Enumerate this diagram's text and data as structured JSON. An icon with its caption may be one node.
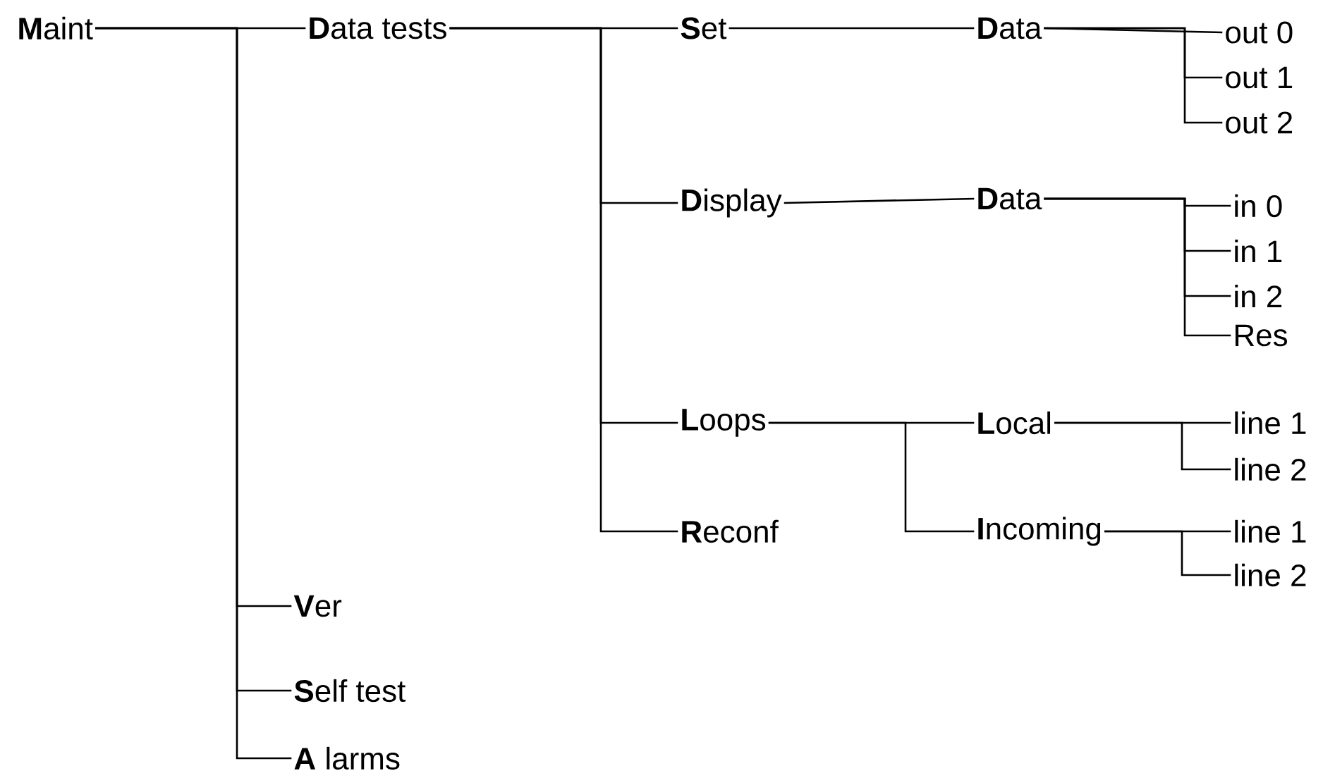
{
  "diagram": {
    "nodes": [
      {
        "text": [
          "**M**aint"
        ]
      },
      {
        "text": [
          "**D**ata tests"
        ]
      },
      {
        "text": [
          "**S**et"
        ]
      },
      {
        "text": [
          "**D**ata"
        ]
      },
      {
        "text": [
          "out 0"
        ]
      },
      {
        "text": [
          "out 1"
        ]
      },
      {
        "text": [
          "out 2"
        ]
      },
      {
        "text": [
          "**D**isplay"
        ]
      },
      {
        "text": [
          "**D**ata"
        ]
      },
      {
        "text": [
          "in 0"
        ]
      },
      {
        "text": [
          "in 1"
        ]
      },
      {
        "text": [
          "in 2"
        ]
      },
      {
        "text": [
          "Res"
        ]
      },
      {
        "text": [
          "**L**oops"
        ]
      },
      {
        "text": [
          "**L**ocal"
        ]
      },
      {
        "text": [
          "line 1"
        ]
      },
      {
        "text": [
          "line 2"
        ]
      },
      {
        "text": [
          "**R**econf"
        ]
      },
      {
        "text": [
          "**I**ncoming"
        ]
      },
      {
        "text": [
          "line 1"
        ]
      },
      {
        "text": [
          "line 2"
        ]
      },
      {
        "text": [
          "**V**er"
        ]
      },
      {
        "text": [
          "**S**elf test"
        ]
      },
      {
        "text": [
          "**A** larms"
        ]
      }
    ],
    "edges": [
      {
        "from": 0,
        "to": 1,
        "arrow": "none"
      },
      {
        "from": 0,
        "to": 21,
        "arrow": "none"
      },
      {
        "from": 0,
        "to": 22,
        "arrow": "none"
      },
      {
        "from": 0,
        "to": 23,
        "arrow": "none"
      },
      {
        "from": 1,
        "to": 2,
        "arrow": "none"
      },
      {
        "from": 1,
        "to": 7,
        "arrow": "none"
      },
      {
        "from": 1,
        "to": 13,
        "arrow": "none"
      },
      {
        "from": 1,
        "to": 17,
        "arrow": "none"
      },
      {
        "from": 2,
        "to": 3,
        "arrow": "none"
      },
      {
        "from": 3,
        "to": 4,
        "arrow": "none"
      },
      {
        "from": 3,
        "to": 5,
        "arrow": "none"
      },
      {
        "from": 3,
        "to": 6,
        "arrow": "none"
      },
      {
        "from": 7,
        "to": 8,
        "arrow": "none"
      },
      {
        "from": 8,
        "to": 9,
        "arrow": "none"
      },
      {
        "from": 8,
        "to": 10,
        "arrow": "none"
      },
      {
        "from": 8,
        "to": 11,
        "arrow": "none"
      },
      {
        "from": 8,
        "to": 12,
        "arrow": "none"
      },
      {
        "from": 13,
        "to": 14,
        "arrow": "none"
      },
      {
        "from": 13,
        "to": 18,
        "arrow": "none"
      },
      {
        "from": 14,
        "to": 15,
        "arrow": "none"
      },
      {
        "from": 14,
        "to": 16,
        "arrow": "none"
      },
      {
        "from": 18,
        "to": 19,
        "arrow": "none"
      },
      {
        "from": 18,
        "to": 20,
        "arrow": "none"
      }
    ]
  }
}
